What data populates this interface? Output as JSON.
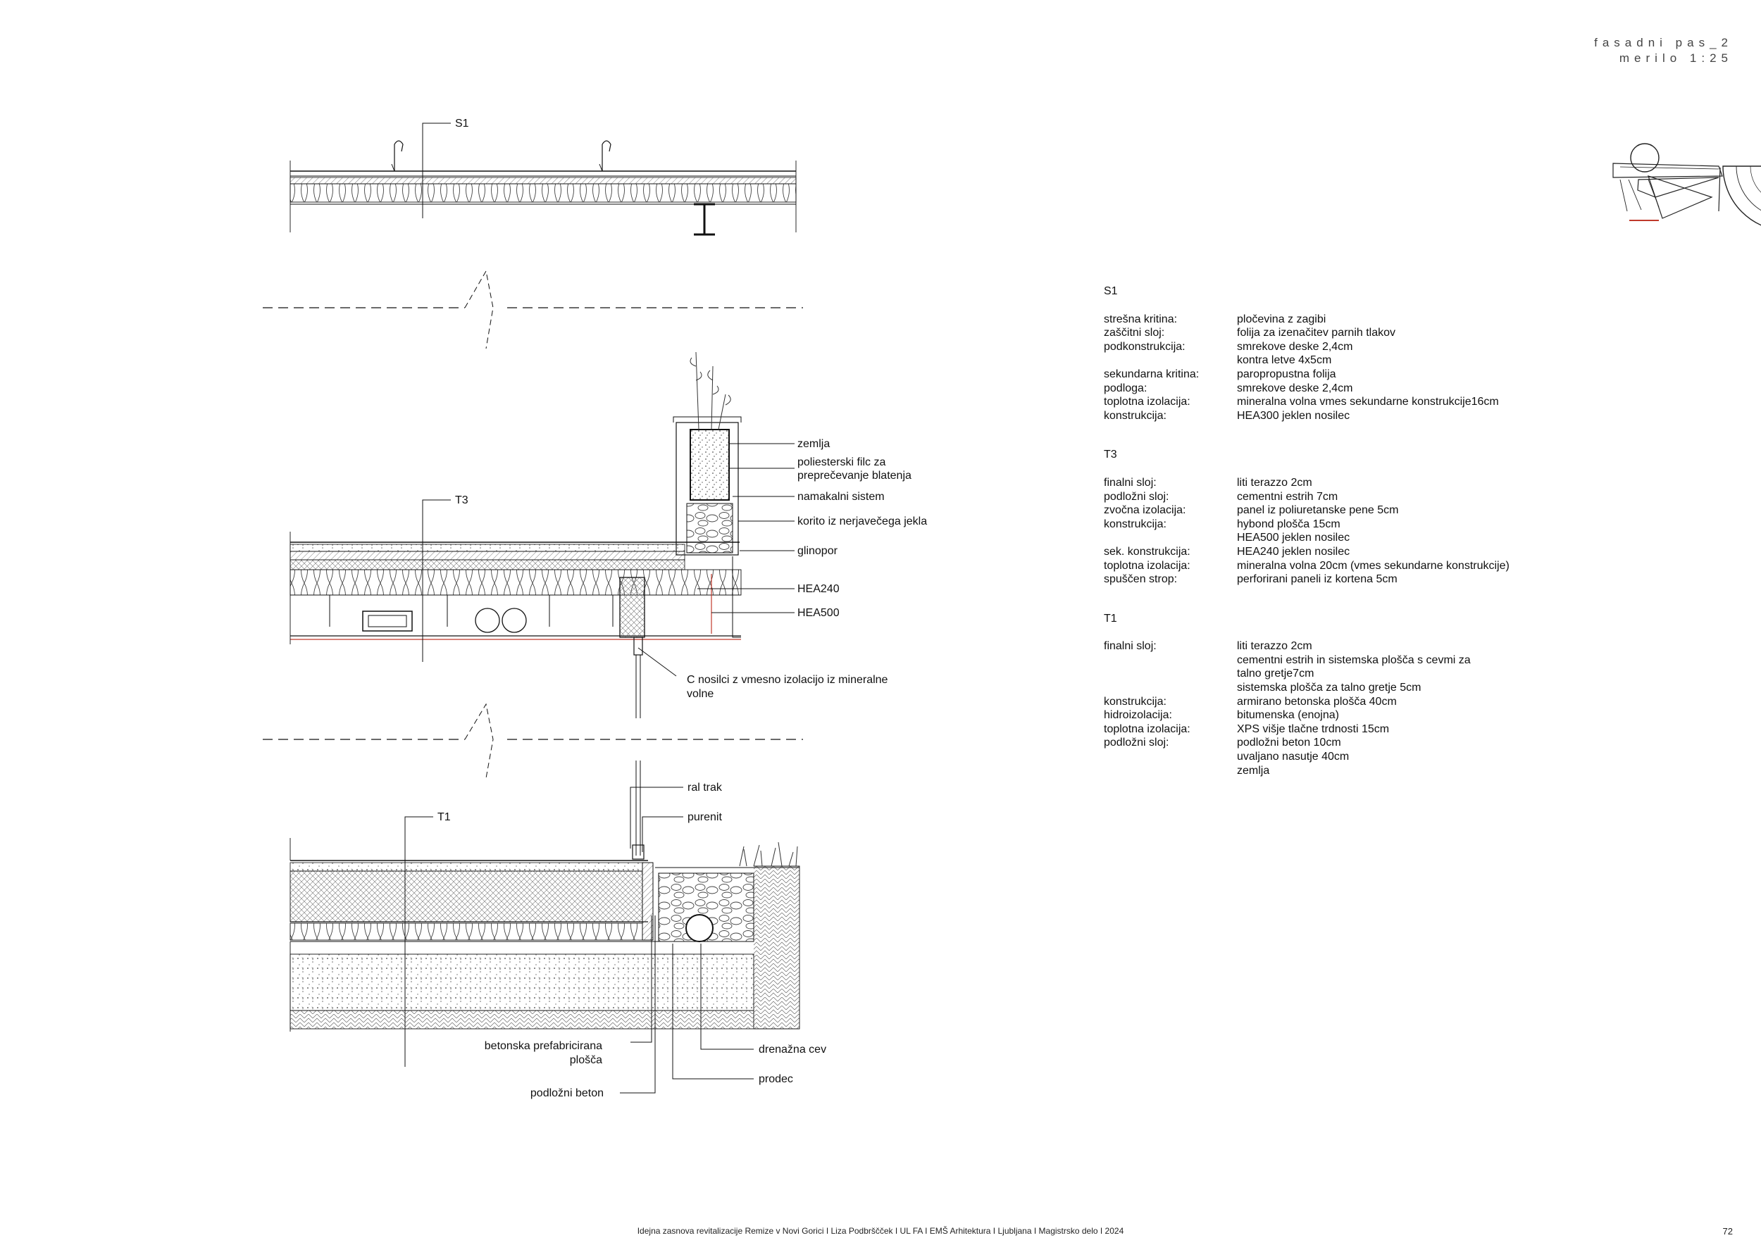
{
  "header": {
    "line1": "fasadni pas_2",
    "line2": "merilo 1:25"
  },
  "sections": {
    "s1": "S1",
    "t3": "T3",
    "t1": "T1"
  },
  "callouts": {
    "zemlja": "zemlja",
    "filc_1": "poliesterski filc za",
    "filc_2": "preprečevanje blatenja",
    "namakalni": "namakalni sistem",
    "korito": "korito iz nerjavečega jekla",
    "glinopor": "glinopor",
    "hea240": "HEA240",
    "hea500": "HEA500",
    "c_nosilci_1": "C nosilci z vmesno izolacijo iz mineralne",
    "c_nosilci_2": "volne",
    "ral": "ral trak",
    "purenit": "purenit",
    "betonska_1": "betonska prefabricirana",
    "betonska_2": "plošča",
    "podlozni_beton": "podložni beton",
    "drenazna": "drenažna cev",
    "prodec": "prodec"
  },
  "spec": {
    "s1": {
      "title": "S1",
      "rows": [
        {
          "k": "strešna kritina:",
          "v": "pločevina z zagibi"
        },
        {
          "k": "zaščitni sloj:",
          "v": "folija za izenačitev parnih tlakov"
        },
        {
          "k": "podkonstrukcija:",
          "v": "smrekove deske 2,4cm"
        },
        {
          "k": "",
          "v": "kontra letve 4x5cm"
        },
        {
          "k": "sekundarna kritina:",
          "v": "paropropustna folija"
        },
        {
          "k": "podloga:",
          "v": "smrekove deske 2,4cm"
        },
        {
          "k": "toplotna izolacija:",
          "v": "mineralna volna vmes sekundarne konstrukcije16cm"
        },
        {
          "k": "konstrukcija:",
          "v": "HEA300 jeklen nosilec"
        }
      ]
    },
    "t3": {
      "title": "T3",
      "rows": [
        {
          "k": "finalni sloj:",
          "v": "liti terazzo 2cm"
        },
        {
          "k": "podložni sloj:",
          "v": "cementni estrih 7cm"
        },
        {
          "k": "zvočna izolacija:",
          "v": "panel iz poliuretanske pene 5cm"
        },
        {
          "k": "konstrukcija:",
          "v": "hybond plošča 15cm"
        },
        {
          "k": "",
          "v": "HEA500 jeklen nosilec"
        },
        {
          "k": "sek. konstrukcija:",
          "v": "HEA240 jeklen nosilec"
        },
        {
          "k": "toplotna izolacija:",
          "v": "mineralna volna 20cm (vmes sekundarne konstrukcije)"
        },
        {
          "k": "spuščen strop:",
          "v": "perforirani paneli iz kortena 5cm"
        }
      ]
    },
    "t1": {
      "title": "T1",
      "rows": [
        {
          "k": "finalni sloj:",
          "v": "liti terazzo 2cm"
        },
        {
          "k": "",
          "v": "cementni estrih in sistemska plošča s cevmi za"
        },
        {
          "k": "",
          "v": "talno gretje7cm"
        },
        {
          "k": "",
          "v": "sistemska plošča za talno gretje 5cm"
        },
        {
          "k": "konstrukcija:",
          "v": "armirano betonska plošča 40cm"
        },
        {
          "k": "hidroizolacija:",
          "v": "bitumenska (enojna)"
        },
        {
          "k": "toplotna izolacija:",
          "v": "XPS višje tlačne trdnosti 15cm"
        },
        {
          "k": "podložni sloj:",
          "v": "podložni beton 10cm"
        },
        {
          "k": "",
          "v": "uvaljano nasutje 40cm"
        },
        {
          "k": "",
          "v": "zemlja"
        }
      ]
    }
  },
  "footer": {
    "text": "Idejna zasnova revitalizacije Remize v Novi Gorici  I  Liza Podbrščček  I  UL FA  I  EMŠ Arhitektura  I  Ljubljana  I  Magistrsko delo  I  2024",
    "page": "72"
  },
  "colors": {
    "line": "#111111",
    "accent": "#c0392b",
    "hatch": "#555555"
  }
}
